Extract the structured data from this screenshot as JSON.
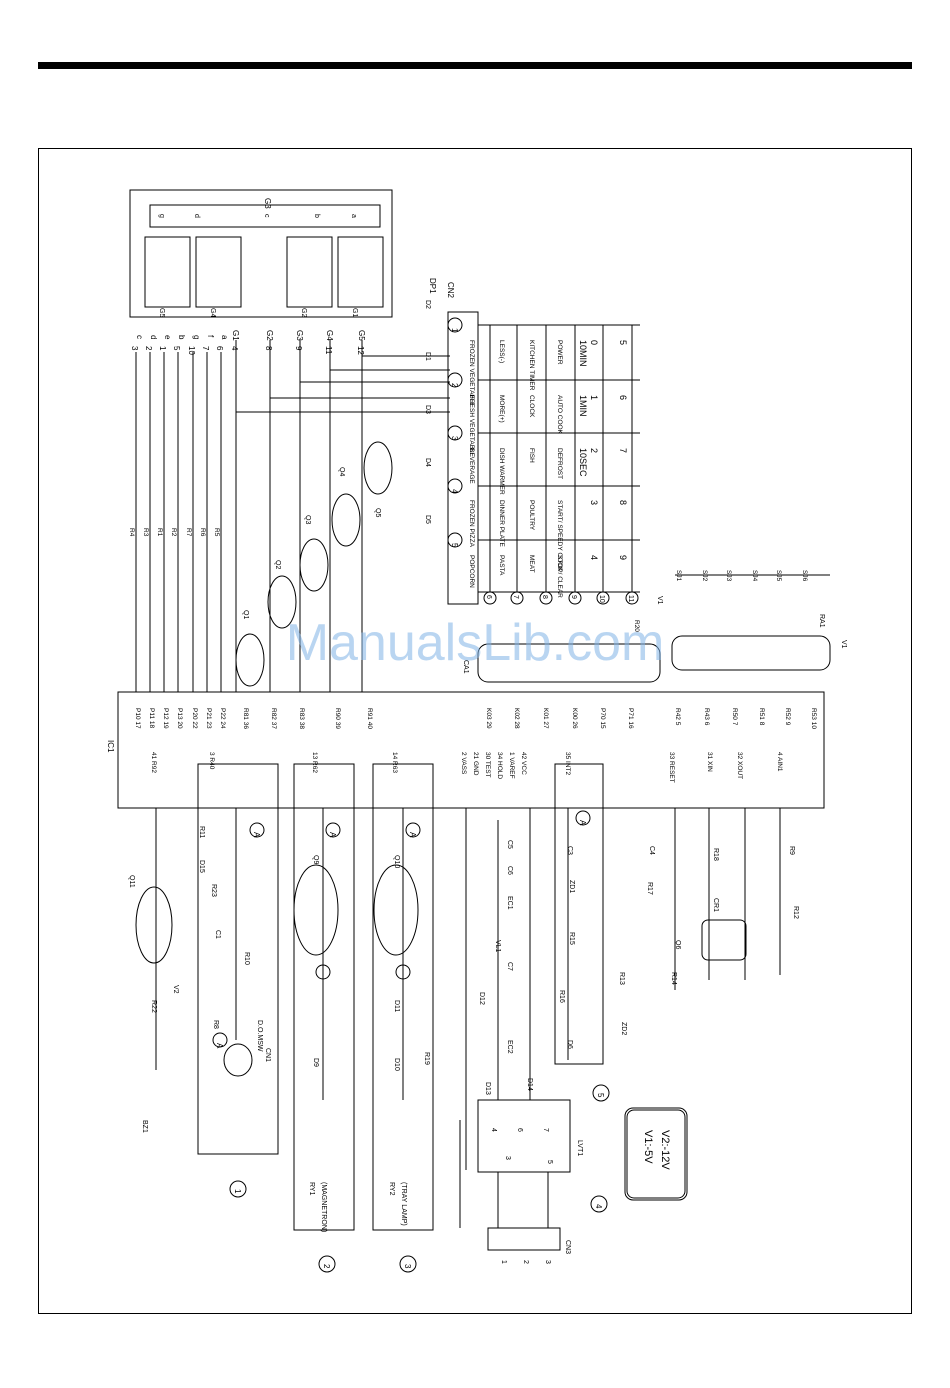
{
  "display": {
    "ref": "DP1",
    "grid_top": "G3",
    "segments_top": [
      "g",
      "d",
      "c",
      "b",
      "a"
    ],
    "digit_grids": [
      "G5",
      "G4",
      "G2",
      "G1"
    ],
    "grid_pins": [
      "G1",
      "G2",
      "G3",
      "G4",
      "G5"
    ],
    "seg_pins": [
      "c",
      "d",
      "e",
      "b",
      "g",
      "f",
      "a"
    ],
    "seg_pin_numbers": [
      "3",
      "2",
      "1",
      "5",
      "10",
      "7",
      "6"
    ],
    "grid_pin_numbers": [
      "4",
      "8",
      "9",
      "11",
      "12"
    ]
  },
  "key_matrix": {
    "ref": "CN2",
    "col_numbers": [
      "1",
      "2",
      "3",
      "4",
      "5"
    ],
    "diodes": [
      "D2",
      "D1",
      "D3",
      "D4",
      "D5"
    ],
    "row_numbers": [
      "6",
      "7",
      "8",
      "9",
      "10",
      "11"
    ],
    "keys": [
      [
        "FROZEN VEGETABLE",
        "FRESH VEGETABLE",
        "BEVERAGE",
        "FROZEN PIZZA",
        "POPCORN"
      ],
      [
        "LESS(-)",
        "MORE(+)",
        "DISH WARMER",
        "DINNER PLATE",
        "PASTA"
      ],
      [
        "KITCHEN TIMER",
        "CLOCK",
        "FISH",
        "POULTRY",
        "MEAT"
      ],
      [
        "POWER",
        "AUTO COOK",
        "DEFROST",
        "START/ SPEEDY COOK",
        "STOP/ CLEAR"
      ],
      [
        "10MIN",
        "1MIN",
        "10SEC",
        "",
        ""
      ],
      [
        "0",
        "1",
        "2",
        "3",
        "4"
      ],
      [
        "5",
        "6",
        "7",
        "8",
        "9"
      ]
    ]
  },
  "resistors_seg": [
    "R4",
    "R3",
    "R1",
    "R2",
    "R7",
    "R6",
    "R5"
  ],
  "grid_transistors": [
    "Q1",
    "Q2",
    "Q3",
    "Q4",
    "Q5"
  ],
  "ic": {
    "ref": "IC1",
    "top_pins": [
      "P10 17",
      "P11 18",
      "P12 19",
      "P13 20",
      "P20 22",
      "P21 23",
      "P22 24",
      "R81 36",
      "R82 37",
      "R83 38",
      "R90 39",
      "R91 40",
      "K03 29",
      "K02 28",
      "K01 27",
      "K00 26",
      "P70 15",
      "P71 16",
      "R42 5",
      "R43 6",
      "R50 7",
      "R51 8",
      "R52 9",
      "R53 10"
    ],
    "bottom_pins": [
      "41 R92",
      "3 R40",
      "13 R62",
      "14 R63",
      "2 VASS",
      "21 GND",
      "30 TEST",
      "34 HOLD",
      "1 VAREF",
      "42 VCC",
      "35 INT2",
      "33 RESET",
      "31 XIN",
      "32 XOUT",
      "4 AIN1"
    ]
  },
  "cap_array": "CA1",
  "res_array": "RA1",
  "jumpers": [
    "SJ1",
    "SJ2",
    "SJ3",
    "SJ4",
    "SJ5",
    "SJ6"
  ],
  "r20": "R20",
  "labels": {
    "v1": "V1",
    "v2": "V2",
    "buzzer": "BZ1",
    "q11": "Q11",
    "r22": "R22",
    "door_block": [
      "R11",
      "D15",
      "R23",
      "C1",
      "R10",
      "R8",
      "D.O.MSW",
      "CN1"
    ],
    "relay1": [
      "Q9",
      "D9",
      "RY1",
      "(MAGNETRON)"
    ],
    "relay2": [
      "Q10",
      "D11",
      "D10",
      "R19",
      "RY2",
      "(TRAY LAMP)"
    ],
    "power": [
      "C5",
      "C6",
      "EC1",
      "VL1",
      "C7",
      "D12",
      "EC2",
      "D13",
      "D14",
      "LVT1"
    ],
    "int_block": [
      "C3",
      "ZD1",
      "R15",
      "R16",
      "D6"
    ],
    "reset_block": [
      "C4",
      "R17",
      "Q6",
      "R13",
      "R14",
      "ZD2"
    ],
    "osc_block": [
      "R18",
      "CR1"
    ],
    "ain_block": [
      "R9",
      "R12"
    ],
    "cn3": "CN3",
    "cn3_pins": [
      "1",
      "2",
      "3"
    ],
    "lvt_pins": [
      "4",
      "6",
      "7",
      "3",
      "5"
    ],
    "legend_v1": "V1:-5V",
    "legend_v2": "V2:-12V",
    "node_a": "A",
    "node_b": "B",
    "block_numbers": [
      "1",
      "2",
      "3",
      "4",
      "5"
    ]
  },
  "watermark": "ManualsLib.com"
}
